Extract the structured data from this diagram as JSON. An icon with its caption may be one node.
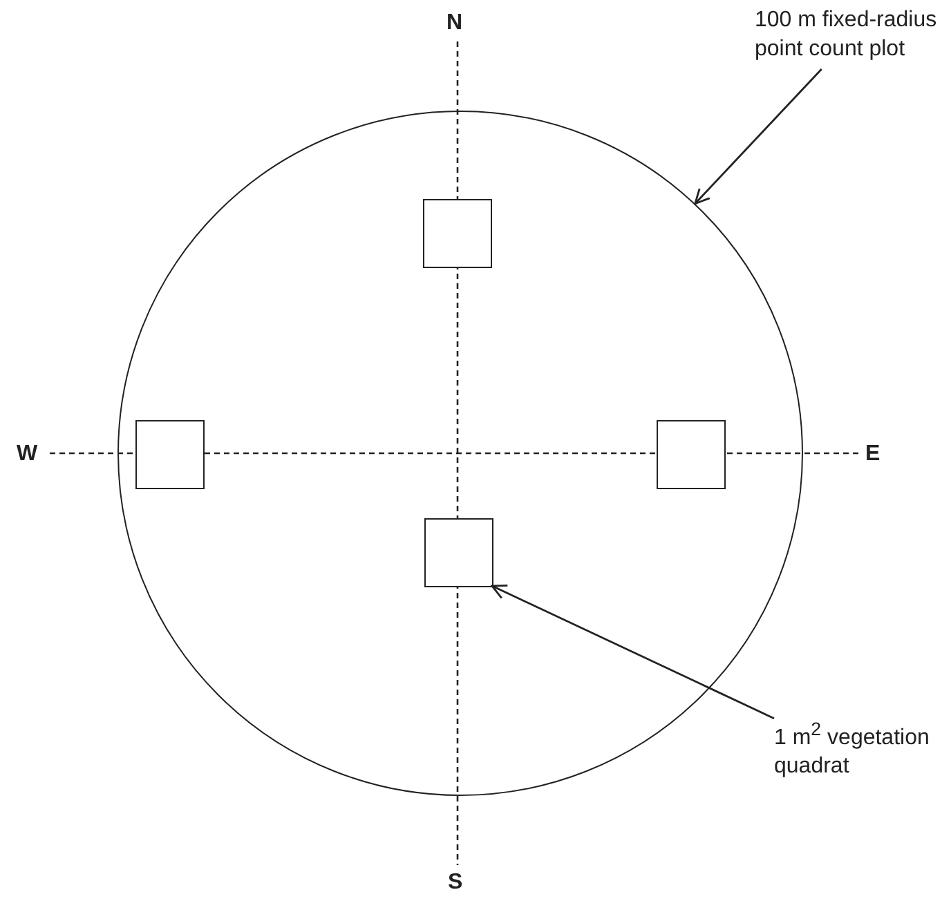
{
  "diagram": {
    "nodes": [
      {
        "text": [
          "100 m fixed-radius point count plot"
        ]
      },
      {
        "text": [],
        "shape": "circle"
      },
      {
        "text": [],
        "shape": "box",
        "in": 1
      },
      {
        "text": [],
        "shape": "box",
        "in": 1
      },
      {
        "text": [],
        "shape": "box",
        "in": 1
      },
      {
        "text": [],
        "shape": "box",
        "in": 1
      },
      {
        "text": [
          "1 m$^{2}$ vegetation quadrat"
        ]
      }
    ],
    "edges": [
      {
        "from": 0,
        "to": 1,
        "arrow": "to"
      },
      {
        "from": 6,
        "to": 5,
        "arrow": "to"
      }
    ],
    "labels": [
      "N",
      "W",
      "E",
      "S"
    ]
  }
}
